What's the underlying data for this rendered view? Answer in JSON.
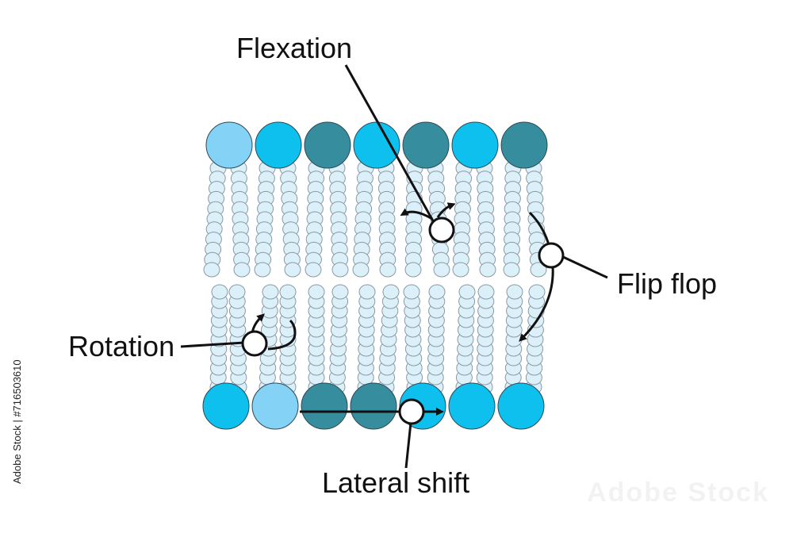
{
  "labels": {
    "flexation": "Flexation",
    "flip_flop": "Flip flop",
    "rotation": "Rotation",
    "lateral_shift": "Lateral shift"
  },
  "stock_id": "Adobe Stock | #716503610",
  "watermark": "Adobe Stock",
  "colors": {
    "head_light": "#84d2f6",
    "head_bright": "#0dc0ee",
    "head_teal": "#368d9e",
    "tail_fill": "#dcf0fa",
    "tail_stroke": "#8a9aa4",
    "line": "#111111"
  },
  "top_layer_heads": [
    "light",
    "bright",
    "teal",
    "bright",
    "teal",
    "bright",
    "teal"
  ],
  "bottom_layer_heads": [
    "bright",
    "light",
    "teal",
    "teal",
    "bright",
    "bright",
    "bright"
  ]
}
